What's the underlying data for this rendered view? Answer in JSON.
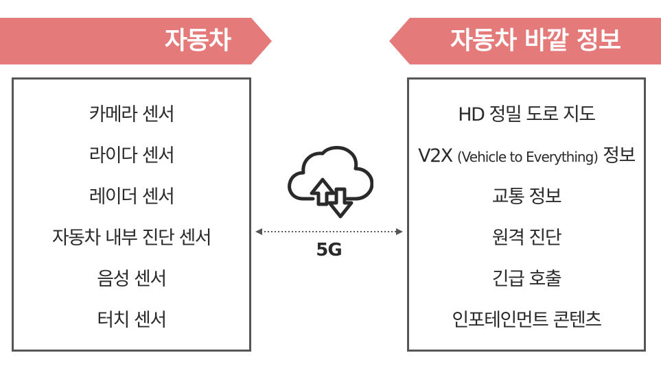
{
  "banners": {
    "left_title": "자동차",
    "right_title": "자동차 바깥 정보",
    "color": "#e57a7a"
  },
  "left_box": {
    "items": [
      "카메라 센서",
      "라이다 센서",
      "레이더 센서",
      "자동차 내부 진단 센서",
      "음성 센서",
      "터치 센서"
    ]
  },
  "right_box": {
    "items": [
      {
        "text": "HD 정밀 도로 지도"
      },
      {
        "prefix": "V2X ",
        "small": "(Vehicle to Everything)",
        "suffix": " 정보"
      },
      {
        "text": "교통 정보"
      },
      {
        "text": "원격 진단"
      },
      {
        "text": "긴급 호출"
      },
      {
        "text": "인포테인먼트 콘텐츠"
      }
    ]
  },
  "center": {
    "label": "5G",
    "icon": "cloud-upload-download-icon",
    "connector": "dotted-double-arrow"
  },
  "colors": {
    "banner": "#e57a7a",
    "border": "#555555",
    "text": "#2a2a2a"
  }
}
